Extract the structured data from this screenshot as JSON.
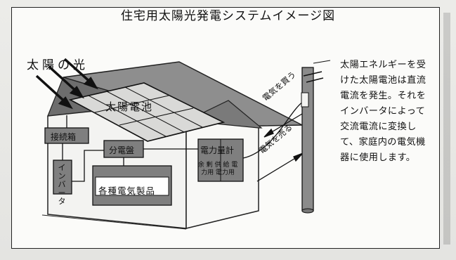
{
  "title": "住宅用太陽光発電システムイメージ図",
  "labels": {
    "sunlight": "太陽の光",
    "solar_panel": "太陽電池",
    "junction_box": "接続箱",
    "distribution_board": "分電盤",
    "power_meter": "電力量計",
    "power_meter_sub": "余 剰 供 給\n電力用 電力用",
    "inverter": "インバータ",
    "appliances": "各種電気製品",
    "buy_power": "電気を買う",
    "sell_power": "電気を売る"
  },
  "description": "太陽エネルギーを受けた太陽電池は直流電流を発生。それをインバータによって交流電流に変換して、家庭内の電気機器に使用します。"
}
